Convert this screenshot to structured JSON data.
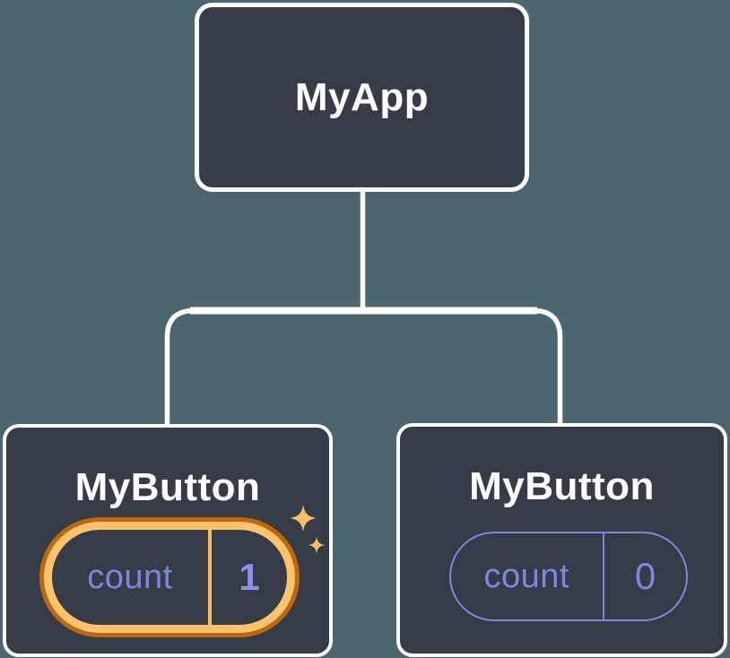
{
  "diagram": {
    "root": {
      "label": "MyApp"
    },
    "children": [
      {
        "label": "MyButton",
        "state": {
          "name": "count",
          "value": "1"
        },
        "highlighted": true,
        "decoration": "sparkles-icon"
      },
      {
        "label": "MyButton",
        "state": {
          "name": "count",
          "value": "0"
        },
        "highlighted": false
      }
    ],
    "colors": {
      "background": "#4c666f",
      "node_fill": "#353c48",
      "node_border": "#ffffff",
      "connector": "#ffffff",
      "state_text": "#7e86e2",
      "state_value_highlighted": "#8a91ea",
      "highlight_ring_outer": "#bd670e",
      "highlight_ring_inner": "#fcc36c",
      "highlight_divider": "#f9bb60",
      "sparkle": "#f7bd64"
    }
  }
}
